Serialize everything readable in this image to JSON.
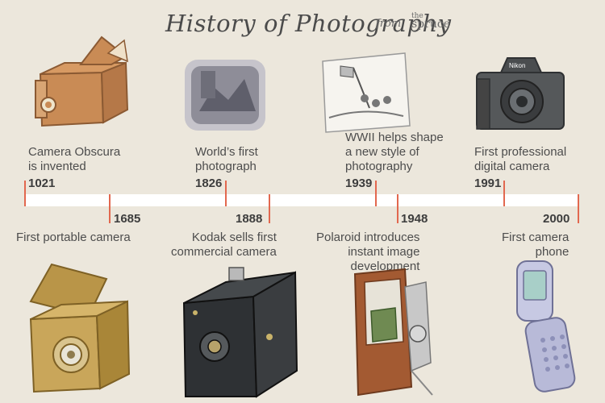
{
  "header": {
    "title": "History of Photography",
    "from": "from",
    "brand_small": "the",
    "brand_big": "spruce"
  },
  "events": [
    {
      "year": "1021",
      "lines": [
        "Camera Obscura",
        "is invented"
      ],
      "illustration": "camera-obscura-icon"
    },
    {
      "year": "1685",
      "lines": [
        "First portable camera"
      ],
      "illustration": "portable-box-camera-icon"
    },
    {
      "year": "1826",
      "lines": [
        "World’s first",
        "photograph"
      ],
      "illustration": "first-photograph-icon"
    },
    {
      "year": "1888",
      "lines": [
        "Kodak sells first",
        "commercial camera"
      ],
      "illustration": "kodak-camera-icon"
    },
    {
      "year": "1939",
      "lines": [
        "WWII helps shape",
        "a new style of",
        "photography"
      ],
      "illustration": "wwii-photo-icon"
    },
    {
      "year": "1948",
      "lines": [
        "Polaroid introduces",
        "instant image",
        "development"
      ],
      "illustration": "polaroid-camera-icon"
    },
    {
      "year": "1991",
      "lines": [
        "First professional",
        "digital camera"
      ],
      "illustration": "nikon-digital-camera-icon"
    },
    {
      "year": "2000",
      "lines": [
        "First camera",
        "phone"
      ],
      "illustration": "flip-camera-phone-icon"
    }
  ],
  "camera_brand_label": "Nikon",
  "colors": {
    "background": "#ece7dc",
    "timeline_bar": "#ffffff",
    "tick": "#e2684f"
  }
}
